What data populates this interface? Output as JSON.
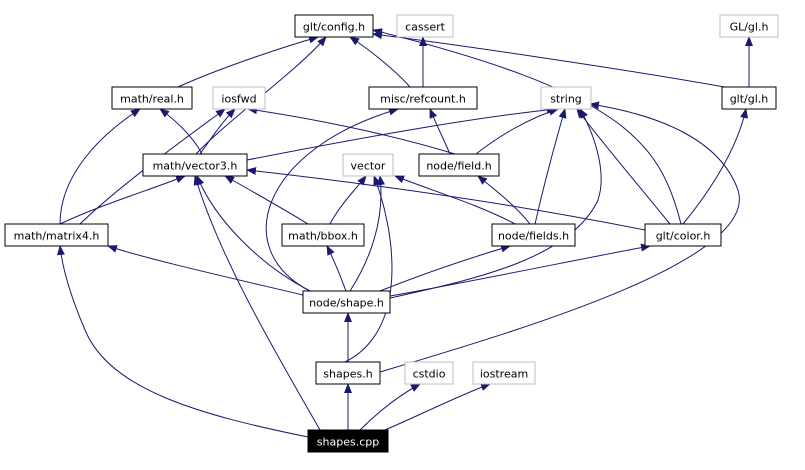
{
  "colors": {
    "edge": "#191970",
    "project_border": "#000000",
    "system_border": "#bfbfbf",
    "root_fill": "#000000",
    "root_text": "#ffffff"
  },
  "nodes": [
    {
      "id": "glt-config",
      "label": "glt/config.h",
      "kind": "project"
    },
    {
      "id": "cassert",
      "label": "cassert",
      "kind": "system"
    },
    {
      "id": "gl-gl",
      "label": "GL/gl.h",
      "kind": "system"
    },
    {
      "id": "math-real",
      "label": "math/real.h",
      "kind": "project"
    },
    {
      "id": "iosfwd",
      "label": "iosfwd",
      "kind": "system"
    },
    {
      "id": "misc-refcount",
      "label": "misc/refcount.h",
      "kind": "project"
    },
    {
      "id": "string",
      "label": "string",
      "kind": "system"
    },
    {
      "id": "glt-gl",
      "label": "glt/gl.h",
      "kind": "project"
    },
    {
      "id": "math-vector3",
      "label": "math/vector3.h",
      "kind": "project"
    },
    {
      "id": "vector",
      "label": "vector",
      "kind": "system"
    },
    {
      "id": "node-field",
      "label": "node/field.h",
      "kind": "project"
    },
    {
      "id": "math-matrix4",
      "label": "math/matrix4.h",
      "kind": "project"
    },
    {
      "id": "math-bbox",
      "label": "math/bbox.h",
      "kind": "project"
    },
    {
      "id": "node-fields",
      "label": "node/fields.h",
      "kind": "project"
    },
    {
      "id": "glt-color",
      "label": "glt/color.h",
      "kind": "project"
    },
    {
      "id": "node-shape",
      "label": "node/shape.h",
      "kind": "project"
    },
    {
      "id": "shapes-h",
      "label": "shapes.h",
      "kind": "project"
    },
    {
      "id": "cstdio",
      "label": "cstdio",
      "kind": "system"
    },
    {
      "id": "iostream",
      "label": "iostream",
      "kind": "system"
    },
    {
      "id": "shapes-cpp",
      "label": "shapes.cpp",
      "kind": "root"
    }
  ],
  "edges": [
    [
      "math-real",
      "glt-config"
    ],
    [
      "math-vector3",
      "glt-config"
    ],
    [
      "misc-refcount",
      "glt-config"
    ],
    [
      "glt-gl",
      "glt-config"
    ],
    [
      "glt-color",
      "glt-config"
    ],
    [
      "misc-refcount",
      "cassert"
    ],
    [
      "glt-gl",
      "gl-gl"
    ],
    [
      "math-vector3",
      "math-real"
    ],
    [
      "math-matrix4",
      "math-real"
    ],
    [
      "math-vector3",
      "iosfwd"
    ],
    [
      "math-matrix4",
      "iosfwd"
    ],
    [
      "node-field",
      "iosfwd"
    ],
    [
      "node-field",
      "misc-refcount"
    ],
    [
      "node-shape",
      "misc-refcount"
    ],
    [
      "math-vector3",
      "string"
    ],
    [
      "node-field",
      "string"
    ],
    [
      "node-fields",
      "string"
    ],
    [
      "glt-color",
      "string"
    ],
    [
      "node-shape",
      "string"
    ],
    [
      "shapes-h",
      "string"
    ],
    [
      "glt-color",
      "glt-gl"
    ],
    [
      "math-matrix4",
      "math-vector3"
    ],
    [
      "math-bbox",
      "math-vector3"
    ],
    [
      "glt-color",
      "math-vector3"
    ],
    [
      "node-shape",
      "math-vector3"
    ],
    [
      "shapes-cpp",
      "math-vector3"
    ],
    [
      "math-bbox",
      "vector"
    ],
    [
      "node-fields",
      "vector"
    ],
    [
      "node-shape",
      "vector"
    ],
    [
      "shapes-h",
      "vector"
    ],
    [
      "node-fields",
      "node-field"
    ],
    [
      "node-shape",
      "math-matrix4"
    ],
    [
      "shapes-cpp",
      "math-matrix4"
    ],
    [
      "node-shape",
      "math-bbox"
    ],
    [
      "node-shape",
      "node-fields"
    ],
    [
      "node-shape",
      "glt-color"
    ],
    [
      "shapes-h",
      "node-shape"
    ],
    [
      "shapes-cpp",
      "shapes-h"
    ],
    [
      "shapes-cpp",
      "cstdio"
    ],
    [
      "shapes-cpp",
      "iostream"
    ]
  ]
}
